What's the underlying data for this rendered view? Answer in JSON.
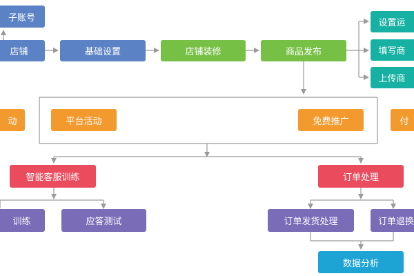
{
  "nodes": {
    "sub_account": "子账号",
    "store": "店铺",
    "basic_settings": "基础设置",
    "store_decoration": "店铺装修",
    "product_publish": "商品发布",
    "set_shipping": "设置运",
    "fill_product": "填写商",
    "upload_product": "上传商",
    "activity": "动",
    "platform_activity": "平台活动",
    "free_promotion": "免费推广",
    "paid": "付",
    "smart_cs_training": "智能客服训练",
    "order_processing": "订单处理",
    "training": "训练",
    "reply_test": "应答测试",
    "order_shipping": "订单发货处理",
    "order_return": "订单退换",
    "data_analysis": "数据分析"
  },
  "colors": {
    "blue": "#5b82c4",
    "green": "#77c046",
    "teal": "#17b1a3",
    "orange": "#f39a2e",
    "red": "#ea4b5d",
    "purple": "#7a6cb7",
    "cyan": "#1ea3d5",
    "line": "#9a9a9a"
  }
}
